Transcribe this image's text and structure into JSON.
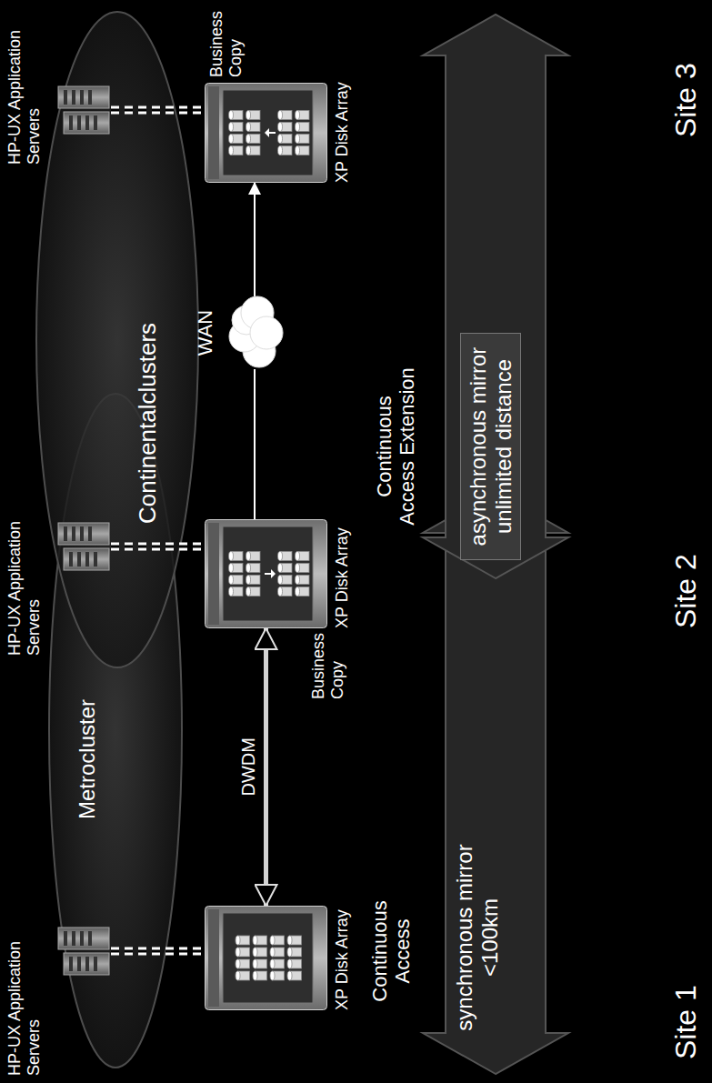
{
  "diagram": {
    "nodes": [
      {
        "text": [
          "HP-UX Application Servers"
        ]
      },
      {
        "text": [
          "HP-UX Application Servers"
        ]
      },
      {
        "text": [
          "HP-UX Application Servers"
        ]
      },
      {
        "text": [
          "Metrocluster"
        ]
      },
      {
        "text": [
          "Continentalclusters"
        ]
      },
      {
        "text": [
          "XP Disk Array"
        ]
      },
      {
        "text": [
          "Business Copy",
          "XP Disk Array"
        ]
      },
      {
        "text": [
          "WAN"
        ]
      },
      {
        "text": [
          "Business Copy",
          "XP Disk Array"
        ]
      }
    ],
    "edges": [
      {
        "from": 0,
        "to": 5,
        "arrow": "none"
      },
      {
        "from": 1,
        "to": 6,
        "arrow": "none"
      },
      {
        "from": 2,
        "to": 8,
        "arrow": "none"
      },
      {
        "from": 5,
        "to": 6,
        "label": "DWDM",
        "arrow": "both"
      },
      {
        "from": 6,
        "to": 7,
        "arrow": "none"
      },
      {
        "from": 7,
        "to": 8,
        "arrow": "to"
      }
    ],
    "labels": [
      "Continuous Access",
      "synchronous mirror <100km",
      "Continuous Access Extension",
      "asynchronous mirror unlimited distance",
      "Site 1",
      "Site 2",
      "Site 3"
    ]
  }
}
